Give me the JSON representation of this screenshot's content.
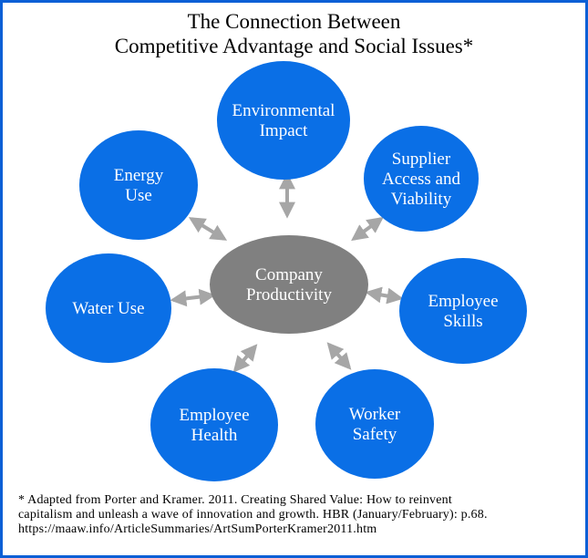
{
  "title": {
    "line1": "The Connection Between",
    "line2": "Competitive Advantage and Social Issues*"
  },
  "center": {
    "lines": [
      "Company",
      "Productivity"
    ],
    "color": "#808080"
  },
  "nodes": [
    {
      "id": "environmental-impact",
      "lines": [
        "Environmental",
        "Impact"
      ]
    },
    {
      "id": "supplier-access",
      "lines": [
        "Supplier",
        "Access and",
        "Viability"
      ]
    },
    {
      "id": "employee-skills",
      "lines": [
        "Employee",
        "Skills"
      ]
    },
    {
      "id": "worker-safety",
      "lines": [
        "Worker",
        "Safety"
      ]
    },
    {
      "id": "employee-health",
      "lines": [
        "Employee",
        "Health"
      ]
    },
    {
      "id": "water-use",
      "lines": [
        "Water Use"
      ]
    },
    {
      "id": "energy-use",
      "lines": [
        "Energy",
        "Use"
      ]
    }
  ],
  "colors": {
    "node": "#0a6fe6",
    "border": "#0a5fd6",
    "arrow": "#a6a6a6"
  },
  "footnote": {
    "line1": "* Adapted from Porter and Kramer. 2011. Creating Shared Value: How to reinvent",
    "line2": "capitalism and unleash a wave of innovation and growth. HBR (January/February): p.68.",
    "line3": "https://maaw.info/ArticleSummaries/ArtSumPorterKramer2011.htm"
  }
}
